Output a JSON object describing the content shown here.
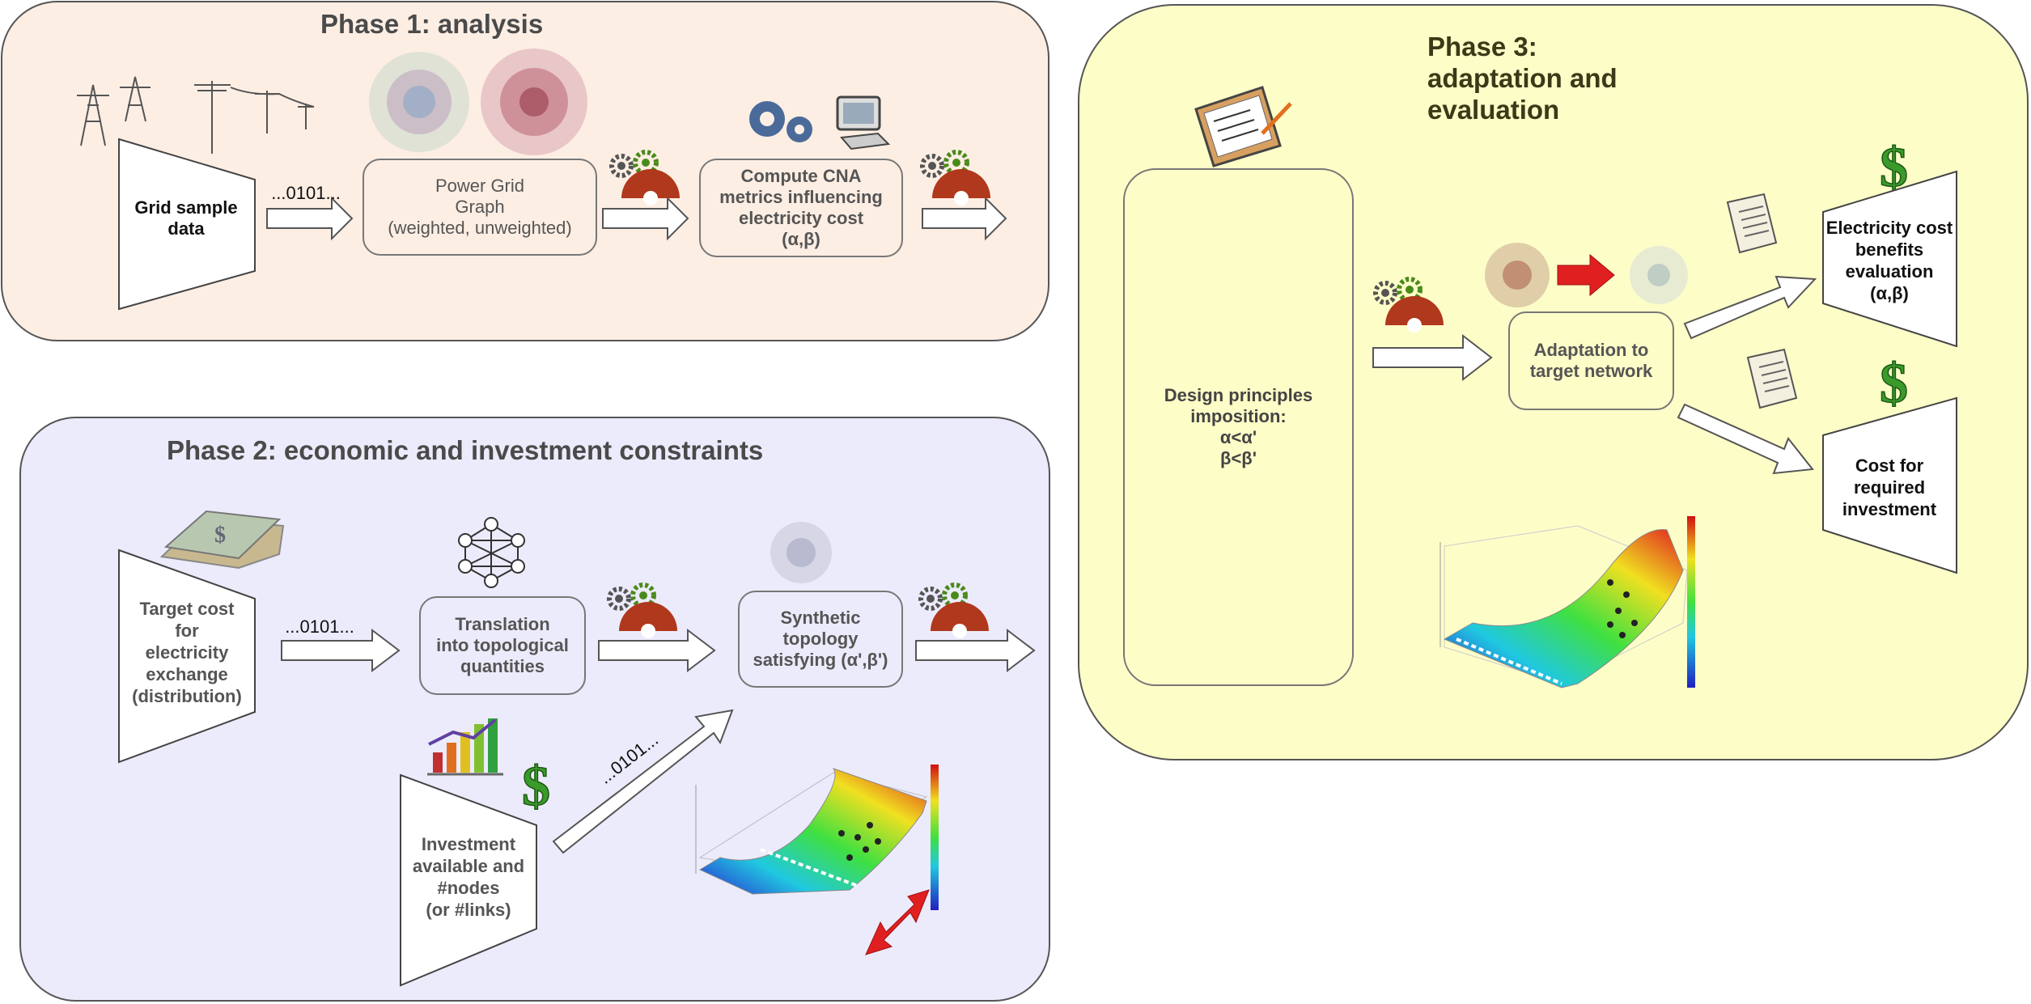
{
  "phase1": {
    "title": "Phase 1: analysis",
    "grid_sample": "Grid sample\ndata",
    "bits": "...0101...",
    "power_grid_graph": "Power Grid\nGraph\n(weighted, unweighted)",
    "compute_cna": "Compute CNA\nmetrics influencing\nelectricity cost\n(α,β)"
  },
  "phase2": {
    "title": "Phase 2: economic and investment constraints",
    "target_cost": "Target cost\nfor\nelectricity\nexchange\n(distribution)",
    "bits": "...0101...",
    "translation": "Translation\ninto topological\nquantities",
    "synthetic": "Synthetic\ntopology\nsatisfying (α',β')",
    "investment": "Investment\navailable and\n#nodes\n(or #links)",
    "bits_diag": "...0101..."
  },
  "phase3": {
    "title": "Phase 3:\nadaptation and\nevaluation",
    "design_principles": "Design principles\nimposition:\nα<α'\nβ<β'",
    "adaptation": "Adaptation to\ntarget network",
    "electricity_benefits": "Electricity cost\nbenefits\nevaluation\n(α,β)",
    "cost_required": "Cost for\nrequired\ninvestment"
  },
  "icons": [
    "pylon-icon",
    "network-graph-icon",
    "gears-icon",
    "computer-icon",
    "money-stack-icon",
    "bar-chart-icon",
    "dollar-icon",
    "clipboard-icon",
    "document-icon",
    "surface-plot-icon"
  ],
  "colors": {
    "phase1_bg": "#fdeee4",
    "phase2_bg": "#ecebfb",
    "phase3_bg": "#fdfdc8",
    "dollar_green": "#3a9a2a",
    "gear_red": "#b03a1a",
    "arrow_red": "#e02020"
  }
}
